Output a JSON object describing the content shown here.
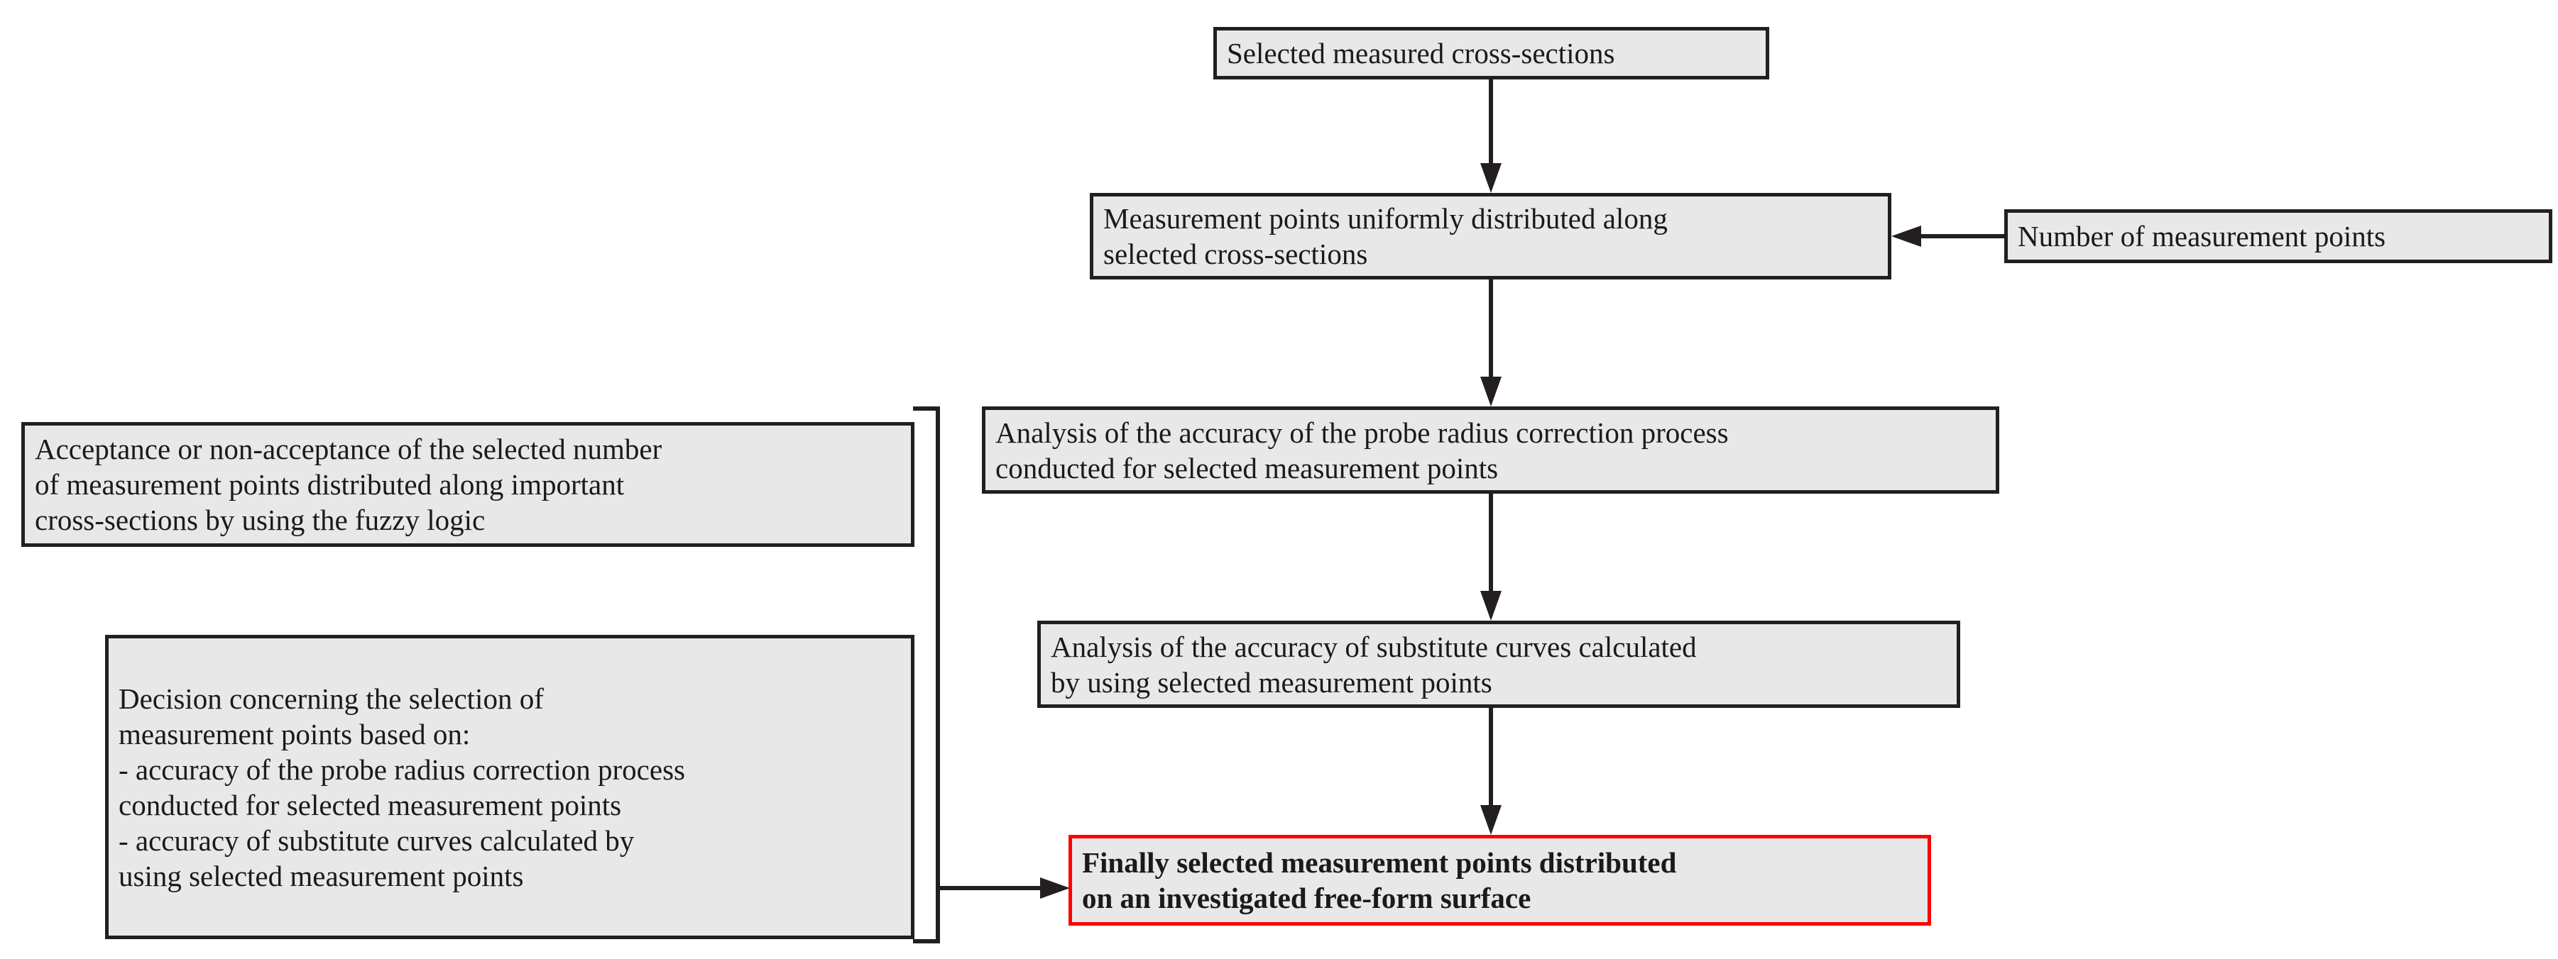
{
  "diagram": {
    "type": "flowchart",
    "background_color": "#ffffff",
    "node_fill_color": "#e8e8e8",
    "node_border_color": "#231f20",
    "highlight_border_color": "#ff0000",
    "connector_color": "#231f20",
    "nodes": [
      {
        "id": "selected-cross-sections",
        "text": "Selected measured cross-sections",
        "emphasis": "normal",
        "border": "black"
      },
      {
        "id": "measurement-points-distributed",
        "text": "Measurement points uniformly distributed along\nselected cross-sections",
        "emphasis": "normal",
        "border": "black"
      },
      {
        "id": "number-of-measurement-points",
        "text": "Number of measurement points",
        "emphasis": "normal",
        "border": "black"
      },
      {
        "id": "analysis-probe-radius",
        "text": "Analysis of the accuracy of the probe radius correction process\nconducted for selected measurement points",
        "emphasis": "normal",
        "border": "black"
      },
      {
        "id": "analysis-substitute-curves",
        "text": "Analysis of the accuracy of substitute curves calculated\nby using selected measurement points",
        "emphasis": "normal",
        "border": "black"
      },
      {
        "id": "finally-selected-points",
        "text": "Finally selected measurement points distributed\non an investigated free-form surface",
        "emphasis": "bold",
        "border": "red"
      },
      {
        "id": "acceptance-fuzzy-logic",
        "text": "Acceptance or non-acceptance of the selected number\nof measurement points distributed along important\ncross-sections by using the fuzzy logic",
        "emphasis": "normal",
        "border": "black"
      },
      {
        "id": "decision-criteria",
        "text": "Decision concerning the selection of\nmeasurement points based on:\n- accuracy of the probe radius correction process\nconducted for selected measurement points\n- accuracy of substitute curves calculated by\nusing selected measurement points",
        "emphasis": "normal",
        "border": "black"
      }
    ],
    "edges": [
      {
        "from": "selected-cross-sections",
        "to": "measurement-points-distributed",
        "direction": "down"
      },
      {
        "from": "number-of-measurement-points",
        "to": "measurement-points-distributed",
        "direction": "left"
      },
      {
        "from": "measurement-points-distributed",
        "to": "analysis-probe-radius",
        "direction": "down"
      },
      {
        "from": "analysis-probe-radius",
        "to": "analysis-substitute-curves",
        "direction": "down"
      },
      {
        "from": "analysis-substitute-curves",
        "to": "finally-selected-points",
        "direction": "down"
      },
      {
        "from": "decision-bracket",
        "to": "finally-selected-points",
        "direction": "right"
      }
    ]
  }
}
